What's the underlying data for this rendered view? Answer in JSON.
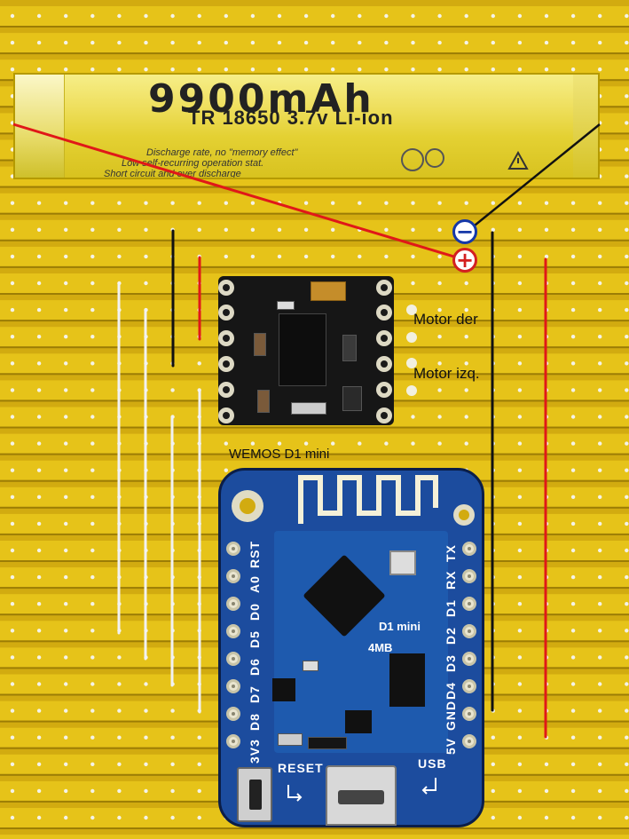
{
  "battery": {
    "capacity": "9900mAh",
    "model": "TR 18650 3.7v  Li-ion",
    "fine_1": "Discharge rate, no  \"memory effect\"",
    "fine_2": "Low self-recurring operation stat.",
    "fine_3": "Short circuit and over discharge"
  },
  "terminals": {
    "minus": "−",
    "plus": "+"
  },
  "driver": {
    "motor_right": "Motor der",
    "motor_left": "Motor izq."
  },
  "wemos": {
    "title": "WEMOS D1 mini",
    "left_pins": [
      "RST",
      "A0",
      "D0",
      "D5",
      "D6",
      "D7",
      "D8",
      "3V3"
    ],
    "right_pins": [
      "TX",
      "RX",
      "D1",
      "D2",
      "D3",
      "D4",
      "GND",
      "5V"
    ],
    "board_label": "D1 mini",
    "flash": "4MB",
    "reset": "RESET",
    "usb": "USB"
  },
  "colors": {
    "board": "#d2ab10",
    "copper_strip": "#e6c319",
    "strip_gap": "#9c7d05",
    "hole": "#f5f3e8",
    "wire_red": "#e01818",
    "wire_black": "#111111",
    "wire_white": "#f2f2f2",
    "wemos_pcb": "#1c4c9e",
    "driver_pcb": "#161616"
  }
}
